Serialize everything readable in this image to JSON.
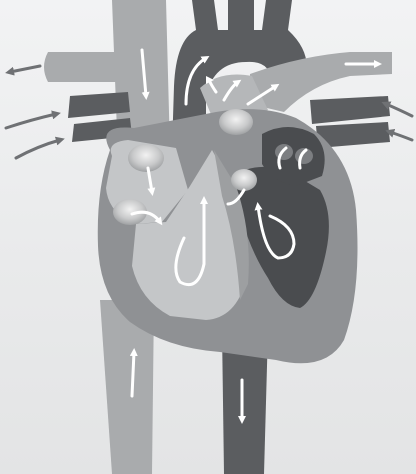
{
  "diagram": {
    "subject": "heart-circulation",
    "labels": [],
    "colors": {
      "background": "#eceded",
      "light_vessel": "#a9abad",
      "light_chamber": "#c4c6c8",
      "mid_tissue": "#8f9194",
      "dark_vessel": "#5b5d60",
      "dark_chamber": "#4a4c4f",
      "arrow_white": "#ffffff",
      "arrow_outside": "#6f7174"
    },
    "arrows": [
      {
        "name": "svc-down-arrow",
        "color": "white"
      },
      {
        "name": "aortic-arch-arrow",
        "color": "white"
      },
      {
        "name": "pulmonary-trunk-arrow",
        "color": "white"
      },
      {
        "name": "pulmonary-artery-right-arrow",
        "color": "white"
      },
      {
        "name": "pulmonary-artery-left-arrow",
        "color": "outside"
      },
      {
        "name": "pulmonary-vein-left-upper-arrow",
        "color": "outside"
      },
      {
        "name": "pulmonary-vein-left-lower-arrow",
        "color": "outside"
      },
      {
        "name": "pulmonary-vein-right-upper-arrow",
        "color": "outside"
      },
      {
        "name": "pulmonary-vein-right-lower-arrow",
        "color": "outside"
      },
      {
        "name": "right-atrium-to-valve-arrow",
        "color": "white"
      },
      {
        "name": "tricuspid-arrow",
        "color": "white"
      },
      {
        "name": "right-ventricle-u-arrow",
        "color": "white"
      },
      {
        "name": "ivc-up-arrow",
        "color": "white"
      },
      {
        "name": "left-atrium-arrows",
        "color": "white"
      },
      {
        "name": "left-ventricle-u-arrow",
        "color": "white"
      },
      {
        "name": "aortic-outflow-arrow",
        "color": "white"
      },
      {
        "name": "descending-aorta-down-arrow",
        "color": "white"
      }
    ]
  }
}
